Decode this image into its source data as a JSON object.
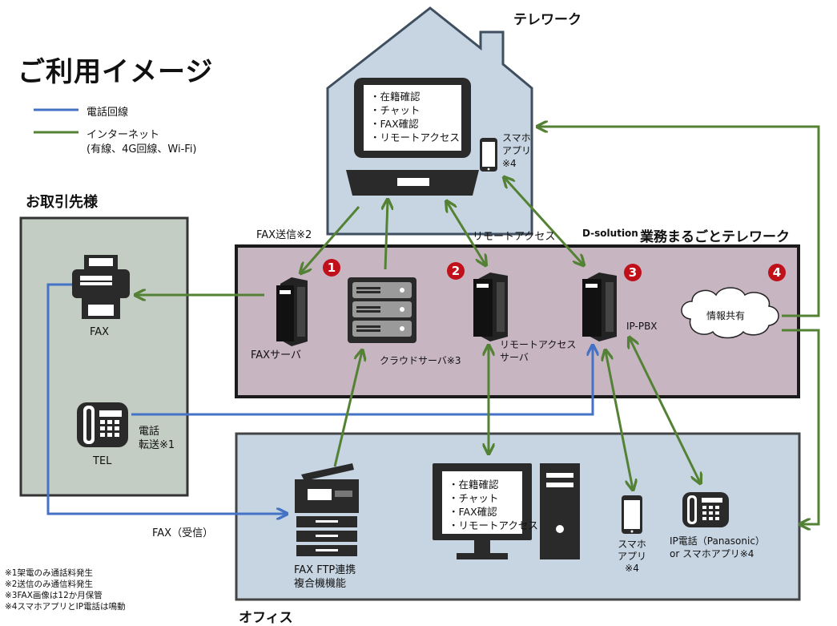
{
  "title": "ご利用イメージ",
  "legend": {
    "phone_line": "電話回線",
    "internet_line1": "インターネット",
    "internet_line2": "(有線、4G回線、Wi-Fi)"
  },
  "sections": {
    "telework": "テレワーク",
    "client": "お取引先様",
    "office": "オフィス",
    "service_prefix": "D-solution",
    "service_name": "業務まるごとテレワーク"
  },
  "telework_pc_items": [
    "・在籍確認",
    "・チャット",
    "・FAX確認",
    "・リモートアクセス"
  ],
  "telework_app": [
    "スマホ",
    "アプリ",
    "※4"
  ],
  "office_pc_items": [
    "・在籍確認",
    "・チャット",
    "・FAX確認",
    "・リモートアクセス"
  ],
  "office_app": [
    "スマホ",
    "アプリ",
    "※4"
  ],
  "markers": [
    "1",
    "2",
    "3",
    "4"
  ],
  "labels": {
    "fax_send": "FAX送信※2",
    "remote_access": "リモートアクセス",
    "fax": "FAX",
    "tel": "TEL",
    "call_forward_1": "電話",
    "call_forward_2": "転送※1",
    "fax_server": "FAXサーバ",
    "cloud_server": "クラウドサーバ※3",
    "remote_server_1": "リモートアクセス",
    "remote_server_2": "サーバ",
    "ip_pbx": "IP-PBX",
    "info_share": "情報共有",
    "fax_receive": "FAX（受信）",
    "mfp_1": "FAX FTP連携",
    "mfp_2": "複合機機能",
    "ip_phone_1": "IP電話（Panasonic）",
    "ip_phone_2": "or スマホアプリ※4"
  },
  "notes": [
    "※1架電のみ通話料発生",
    "※2送信のみ通信料発生",
    "※3FAX画像は12か月保管",
    "※4スマホアプリとIP電話は鳴動"
  ],
  "colors": {
    "phone_line": "#4472c4",
    "internet_line": "#548235",
    "house_fill": "#c7d5e3",
    "house_stroke": "#3f4f5f",
    "service_fill": "#c8b5c2",
    "client_fill": "#c4cdc4",
    "office_fill": "#c7d5e3",
    "marker": "#c0101a"
  },
  "icons": [
    "laptop-icon",
    "smartphone-icon",
    "fax-machine-icon",
    "desk-phone-icon",
    "server-tower-icon",
    "server-rack-icon",
    "cloud-icon",
    "multifunction-printer-icon",
    "desktop-monitor-icon",
    "pc-tower-icon",
    "ip-phone-icon"
  ]
}
